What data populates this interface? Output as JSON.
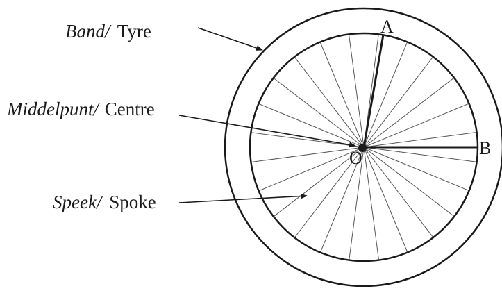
{
  "labels": {
    "tyre_afrikaans": "Band/",
    "tyre_english": "Tyre",
    "centre_afrikaans": "Middelpunt/",
    "centre_english": "Centre",
    "spoke_afrikaans": "Speek/",
    "spoke_english": "Spoke"
  },
  "points": {
    "a": "A",
    "b": "B",
    "o": "O"
  },
  "colors": {
    "stroke": "#1a1a1a",
    "spoke": "#555555",
    "background": "#ffffff"
  },
  "wheel": {
    "spoke_count": 24
  }
}
